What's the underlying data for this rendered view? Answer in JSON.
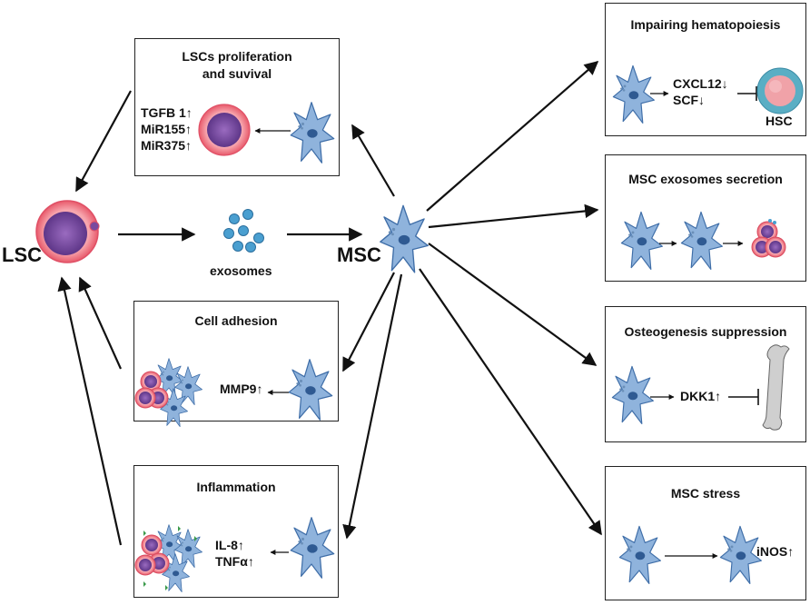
{
  "nodes": {
    "lsc": "LSC",
    "exosomes": "exosomes",
    "msc": "MSC"
  },
  "left_boxes": {
    "proliferation": {
      "title_line1": "LSCs proliferation",
      "title_line2": "and suvival",
      "factors": [
        "TGFB 1↑",
        "MiR155↑",
        "MiR375↑"
      ]
    },
    "adhesion": {
      "title": "Cell adhesion",
      "factor": "MMP9↑"
    },
    "inflammation": {
      "title": "Inflammation",
      "factors": [
        "IL-8↑",
        "TNFα↑"
      ]
    }
  },
  "right_boxes": {
    "hematopoiesis": {
      "title": "Impairing hematopoiesis",
      "factors": [
        "CXCL12↓",
        "SCF↓"
      ],
      "target": "HSC"
    },
    "exosome_secretion": {
      "title": "MSC exosomes secretion"
    },
    "osteogenesis": {
      "title": "Osteogenesis suppression",
      "factor": "DKK1↑"
    },
    "stress": {
      "title": "MSC stress",
      "factor": "iNOS↑"
    }
  },
  "colors": {
    "msc_fill": "#8fb3dc",
    "msc_stroke": "#3f6ea8",
    "lsc_outer": "#f08a95",
    "lsc_inner": "#7b4a9e",
    "exosome": "#4a9fd0",
    "hsc_outer": "#5aaec4",
    "hsc_inner": "#f0a2a8",
    "bone": "#cfcfcf"
  }
}
